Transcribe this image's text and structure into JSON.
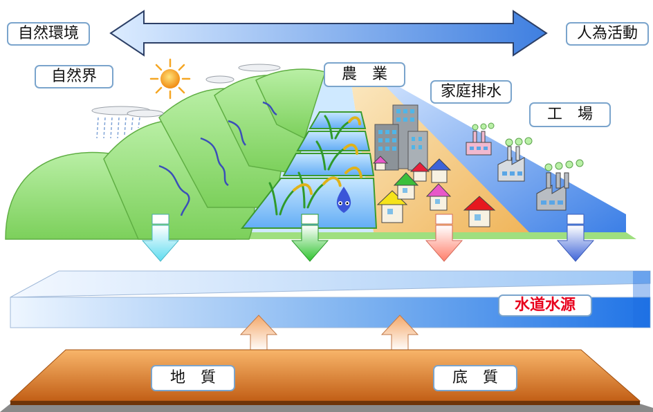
{
  "top_axis": {
    "left_label": "自然環境",
    "right_label": "人為活動"
  },
  "zones": {
    "nature": "自然界",
    "agriculture": "農　業",
    "household": "家庭排水",
    "factory": "工　場"
  },
  "water_source": {
    "label": "水道水源",
    "label_color": "#e8001c"
  },
  "bottom": {
    "geology": "地　質",
    "sediment": "底　質"
  },
  "colors": {
    "label_border": "#7aa4cc",
    "mountain": "#8fd86a",
    "paddy": "#7ec3ff",
    "town": "#f3c271",
    "factory_zone": "#5b93e8",
    "ground": "#c66618",
    "arrow_nature": "#6fe0ee",
    "arrow_agriculture": "#33cc33",
    "arrow_household": "#ff8a78",
    "arrow_factory": "#4a6fdc"
  },
  "icons": [
    "sun-icon",
    "cloud-icon",
    "rain-icon",
    "rice-plant-icon",
    "water-drop-mascot-icon",
    "building-icon",
    "house-icon",
    "factory-icon",
    "smoke-icon"
  ]
}
